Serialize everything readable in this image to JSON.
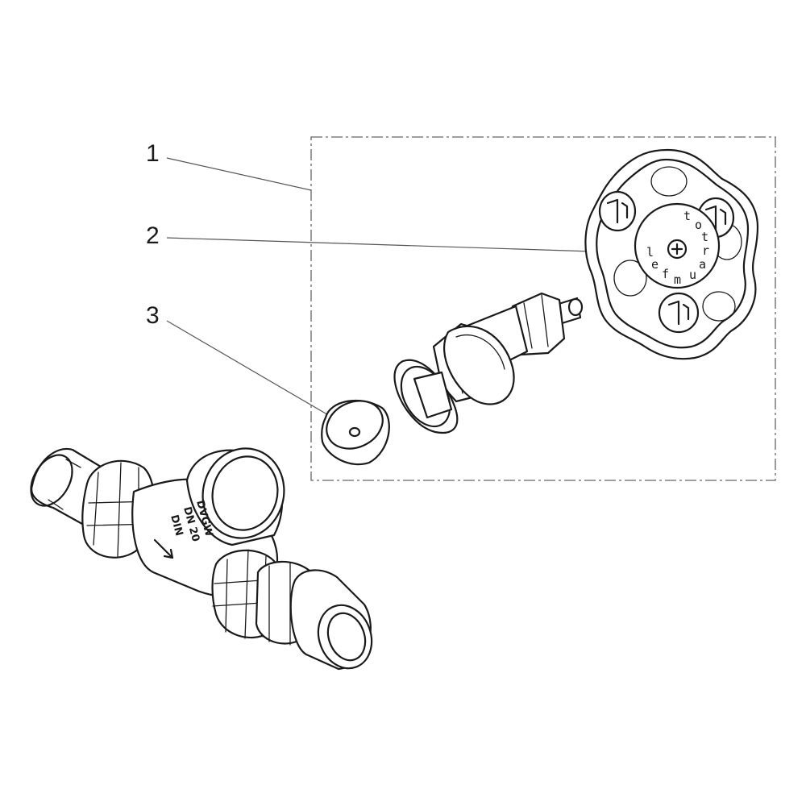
{
  "callouts": {
    "item1": "1",
    "item2": "2",
    "item3": "3"
  },
  "handwheel": {
    "letters": [
      "t",
      "o",
      "t",
      "r",
      "a",
      "u",
      "m",
      "f",
      "e",
      "l"
    ]
  },
  "valve_body": {
    "marking_lines": [
      "DVGW",
      "DN 20",
      "DIN"
    ]
  }
}
